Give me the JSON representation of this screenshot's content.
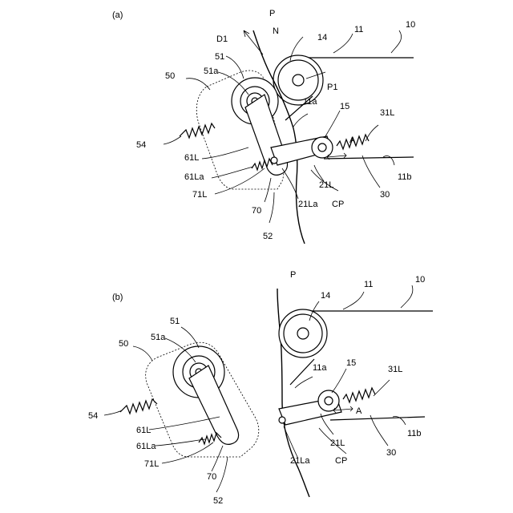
{
  "panel_a": {
    "caption": "(a)",
    "labels": {
      "P": "P",
      "D1": "D1",
      "N": "N",
      "l14": "14",
      "l11": "11",
      "l10": "10",
      "P1": "P1",
      "l50": "50",
      "l51": "51",
      "l51a": "51a",
      "l11a": "11a",
      "l15": "15",
      "l31L": "31L",
      "l54": "54",
      "l61L": "61L",
      "A": "A",
      "l61La": "61La",
      "l21L": "21L",
      "l11b": "11b",
      "l71L": "71L",
      "l21La": "21La",
      "CP": "CP",
      "l30": "30",
      "l70": "70",
      "l52": "52"
    }
  },
  "panel_b": {
    "caption": "(b)",
    "labels": {
      "P": "P",
      "l11": "11",
      "l10": "10",
      "l14": "14",
      "l51": "51",
      "l51a": "51a",
      "l50": "50",
      "l11a": "11a",
      "l15": "15",
      "l31L": "31L",
      "l54": "54",
      "A": "A",
      "l61L": "61L",
      "l11b": "11b",
      "l61La": "61La",
      "l21L": "21L",
      "l71L": "71L",
      "l21La": "21La",
      "CP": "CP",
      "l30": "30",
      "l70": "70",
      "l52": "52"
    }
  }
}
